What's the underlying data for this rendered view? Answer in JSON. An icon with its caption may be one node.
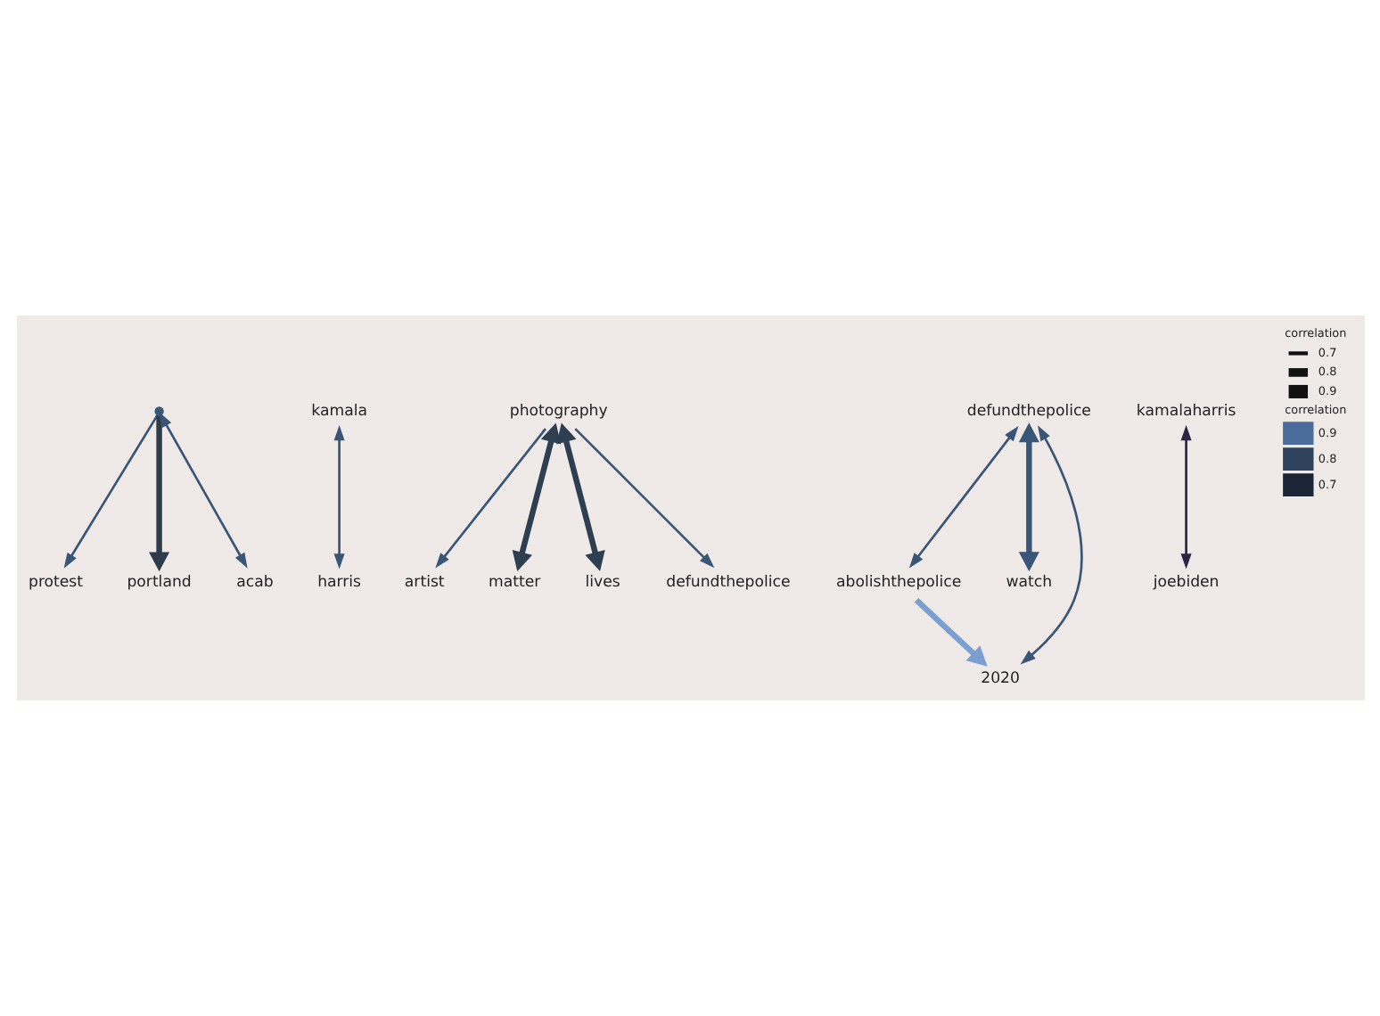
{
  "diagram": {
    "nodes": [
      {
        "text": [
          "protest"
        ]
      },
      {
        "text": [],
        "shape": "circle"
      },
      {
        "text": [
          "portland"
        ]
      },
      {
        "text": [
          "acab"
        ]
      },
      {
        "text": [
          "kamala"
        ]
      },
      {
        "text": [
          "harris"
        ]
      },
      {
        "text": [
          "artist"
        ]
      },
      {
        "text": [
          "photography"
        ]
      },
      {
        "text": [
          "matter"
        ]
      },
      {
        "text": [
          "lives"
        ]
      },
      {
        "text": [
          "defundthepolice"
        ]
      },
      {
        "text": [
          "defundthepolice"
        ]
      },
      {
        "text": [
          "abolishthepolice"
        ]
      },
      {
        "text": [
          "watch"
        ]
      },
      {
        "text": [
          "2020"
        ]
      },
      {
        "text": [
          "kamalaharris"
        ]
      },
      {
        "text": [
          "joebiden"
        ]
      }
    ],
    "edges": [
      {
        "from": 1,
        "to": 0,
        "arrow": "to"
      },
      {
        "from": 1,
        "to": 2,
        "arrow": "to",
        "style": "thick",
        "color": "#2e3b4b"
      },
      {
        "from": 1,
        "to": 3,
        "arrow": "both"
      },
      {
        "from": 4,
        "to": 5,
        "arrow": "both"
      },
      {
        "from": 7,
        "to": 6,
        "arrow": "to"
      },
      {
        "from": 7,
        "to": 8,
        "arrow": "both",
        "style": "thick",
        "color": "#2e3f52"
      },
      {
        "from": 7,
        "to": 9,
        "arrow": "both",
        "style": "thick",
        "color": "#2e3f52"
      },
      {
        "from": 7,
        "to": 10,
        "arrow": "to"
      },
      {
        "from": 11,
        "to": 14,
        "arrow": "both"
      },
      {
        "from": 11,
        "to": 13,
        "arrow": "both",
        "style": "thick"
      },
      {
        "from": 11,
        "to": 12,
        "arrow": "both"
      },
      {
        "from": 12,
        "to": 14,
        "arrow": "to",
        "style": "thick",
        "color": "#7a9fd0"
      },
      {
        "from": 15,
        "to": 16,
        "arrow": "both",
        "color": "#2a2545"
      }
    ],
    "labels": [
      "correlation",
      "correlation"
    ],
    "legend": [
      {
        "text": "0.7"
      },
      {
        "text": "0.8"
      },
      {
        "text": "0.9"
      },
      {
        "text": "0.9",
        "color": "#4a6d9c"
      },
      {
        "text": "0.8",
        "color": "#2f435f"
      },
      {
        "text": "0.7",
        "color": "#1c2535"
      }
    ]
  }
}
